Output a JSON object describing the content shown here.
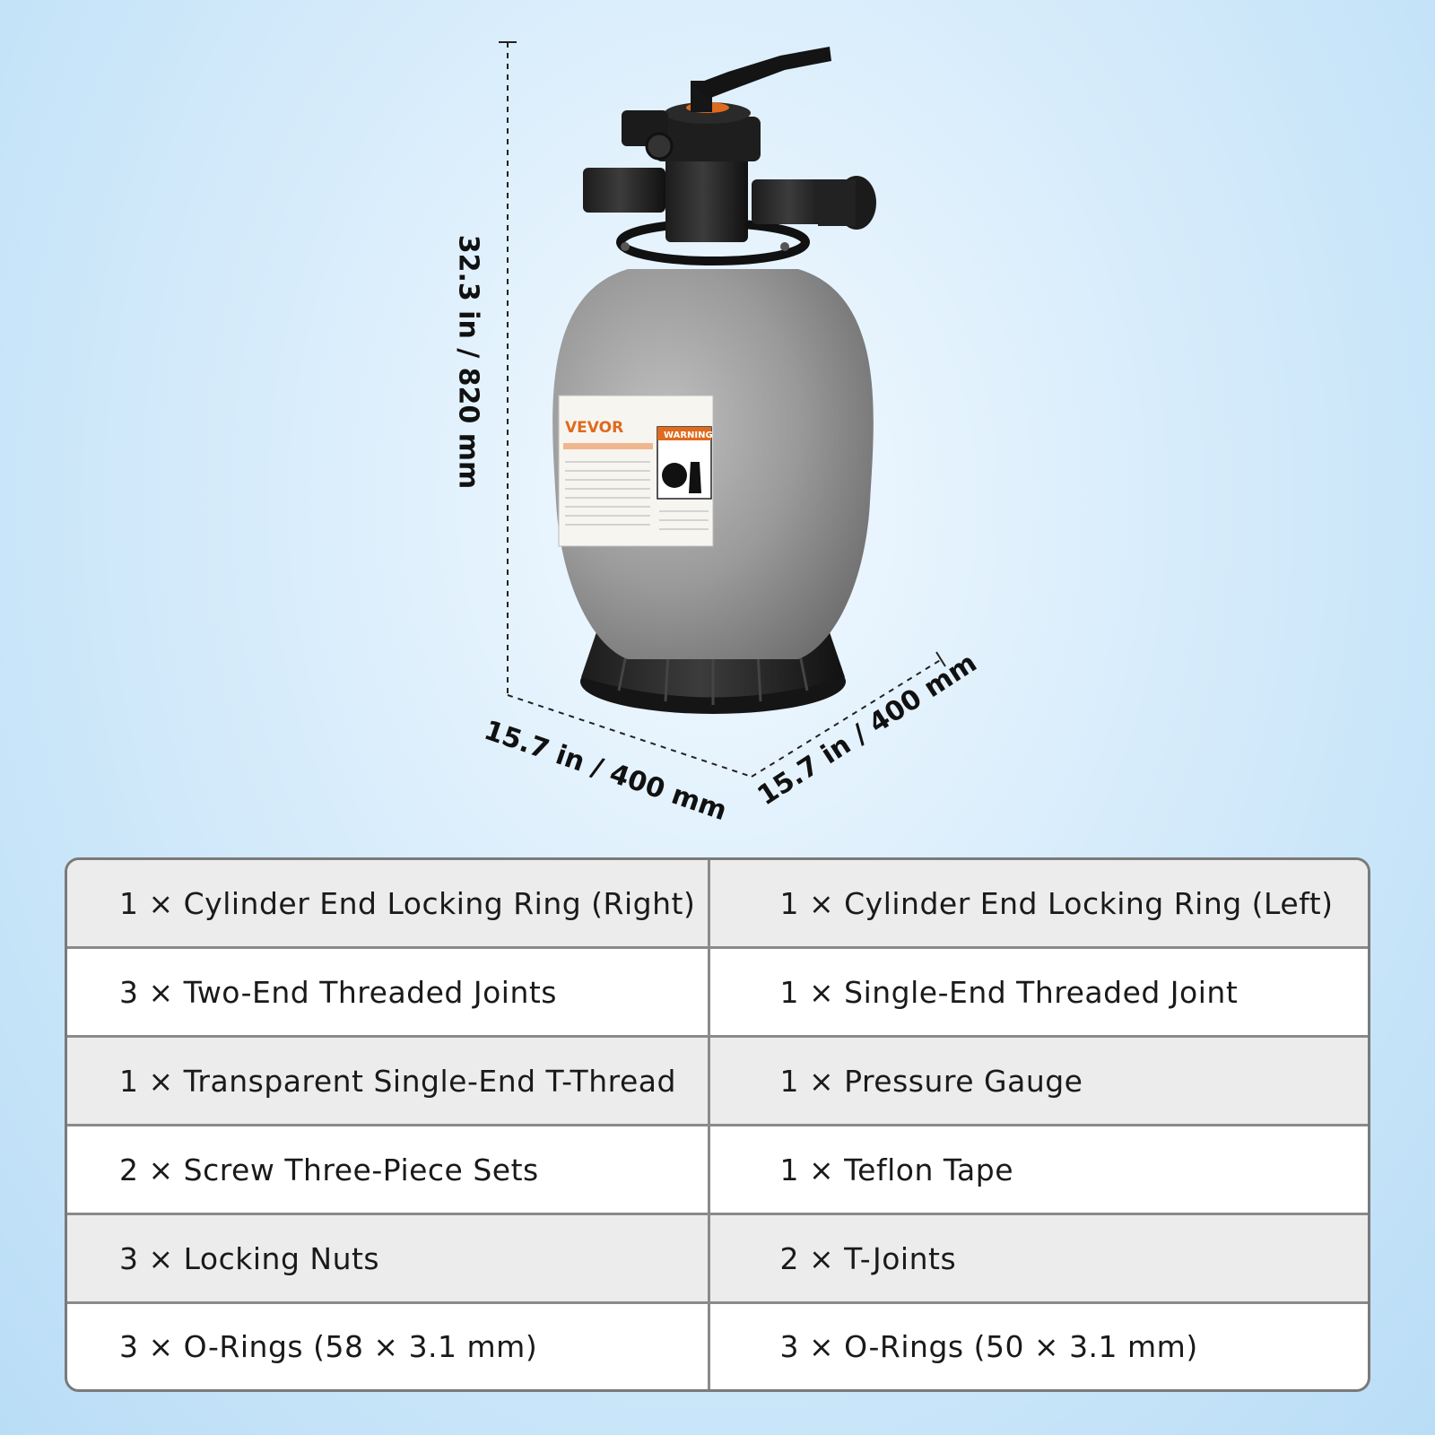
{
  "product": {
    "brand_label": "VEVOR",
    "warning_label": "WARNING"
  },
  "dimensions": {
    "height": "32.3 in / 820 mm",
    "depth": "15.7 in / 400 mm",
    "width": "15.7 in / 400 mm"
  },
  "parts": [
    {
      "left": "1 × Cylinder End Locking Ring (Right)",
      "right": "1 × Cylinder End Locking Ring (Left)"
    },
    {
      "left": "3 × Two-End Threaded Joints",
      "right": "1 × Single-End Threaded Joint"
    },
    {
      "left": "1 × Transparent Single-End T-Thread",
      "right": "1 × Pressure Gauge"
    },
    {
      "left": "2 × Screw Three-Piece Sets",
      "right": "1 × Teflon Tape"
    },
    {
      "left": "3 × Locking Nuts",
      "right": "2 × T-Joints"
    },
    {
      "left": "3 × O-Rings (58 × 3.1 mm)",
      "right": "3 × O-Rings (50 × 3.1 mm)"
    }
  ]
}
